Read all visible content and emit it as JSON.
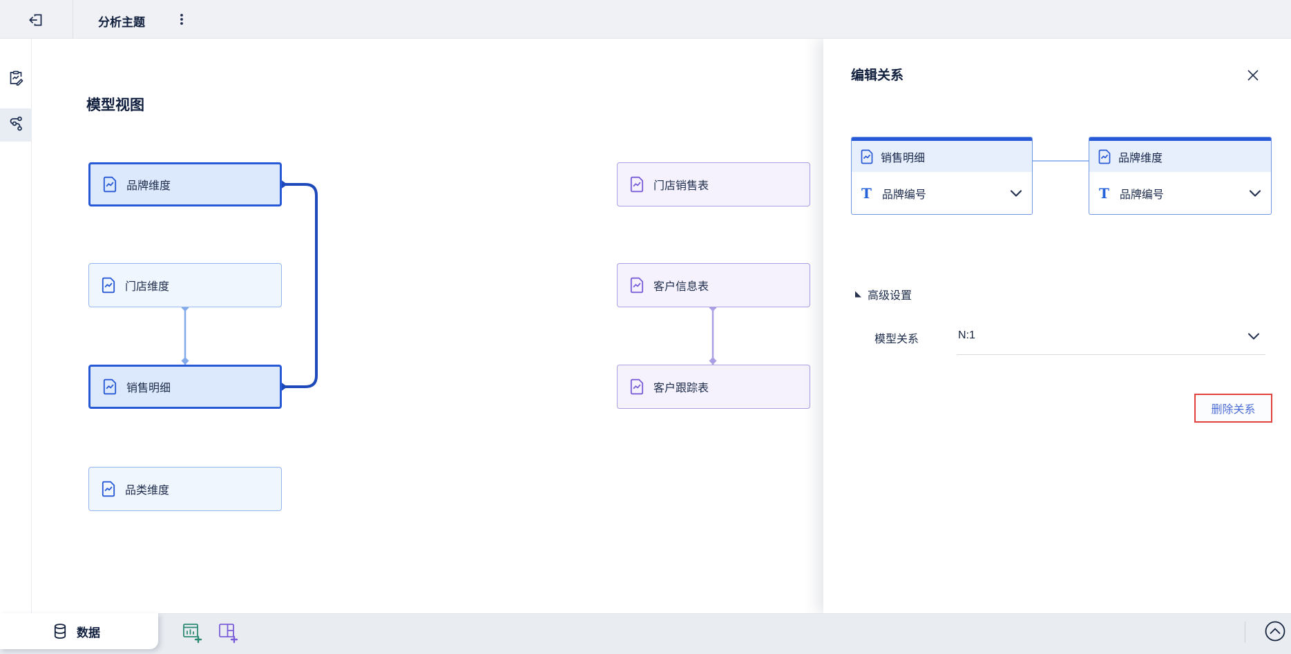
{
  "topbar": {
    "title": "分析主题"
  },
  "sidebar": {
    "items": [
      {
        "icon": "edit-board-icon",
        "selected": false
      },
      {
        "icon": "relation-icon",
        "selected": true
      }
    ]
  },
  "canvas": {
    "heading": "模型视图",
    "nodes": [
      {
        "label": "品牌维度",
        "variant": "blue-selected"
      },
      {
        "label": "门店维度",
        "variant": "blue"
      },
      {
        "label": "销售明细",
        "variant": "blue-selected"
      },
      {
        "label": "品类维度",
        "variant": "blue"
      },
      {
        "label": "门店销售表",
        "variant": "purple"
      },
      {
        "label": "客户信息表",
        "variant": "purple"
      },
      {
        "label": "客户跟踪表",
        "variant": "purple"
      }
    ],
    "relations": [
      {
        "from": "品牌维度",
        "to": "销售明细",
        "style": "selected-loop"
      },
      {
        "from": "门店维度",
        "to": "销售明细",
        "style": "blue"
      },
      {
        "from": "客户信息表",
        "to": "客户跟踪表",
        "style": "purple"
      }
    ]
  },
  "panel": {
    "title": "编辑关系",
    "tables": [
      {
        "name": "销售明细",
        "field": "品牌编号"
      },
      {
        "name": "品牌维度",
        "field": "品牌编号"
      }
    ],
    "advanced": {
      "section_label": "高级设置",
      "relation_label": "模型关系",
      "relation_value": "N:1"
    },
    "delete_button": "删除关系"
  },
  "bottombar": {
    "data_tab": "数据"
  },
  "icons": {
    "topbar_left": "exit-icon",
    "topbar_menu": "kebab-menu-icon",
    "node_icon": "chart-document-icon",
    "field_type": "text-field-icon",
    "close": "close-icon",
    "select": "chevron-down-icon",
    "tab": "database-icon",
    "add_component": "add-chart-icon",
    "add_dashboard": "add-dashboard-icon",
    "collapse": "chevron-up-circle-icon"
  },
  "colors": {
    "accent": "#2759d6",
    "loop": "#1d49ba",
    "lb_border": "#93b6ee",
    "lb_fill": "#f0f6fe",
    "sel_fill": "#dce8fb",
    "pu_border": "#ab9fe3",
    "pu_fill": "#f5f2fd",
    "link_blue": "#82a9ea",
    "link_purple": "#ab9fe3",
    "card_head": "#e7effc",
    "text_dark": "#16264a",
    "red": "#e2403b",
    "teal": "#2c8a74",
    "purple_icon": "#7a5dd8",
    "topbar_bg": "#eff1f4",
    "bottombar_bg": "#e9ecf1"
  }
}
